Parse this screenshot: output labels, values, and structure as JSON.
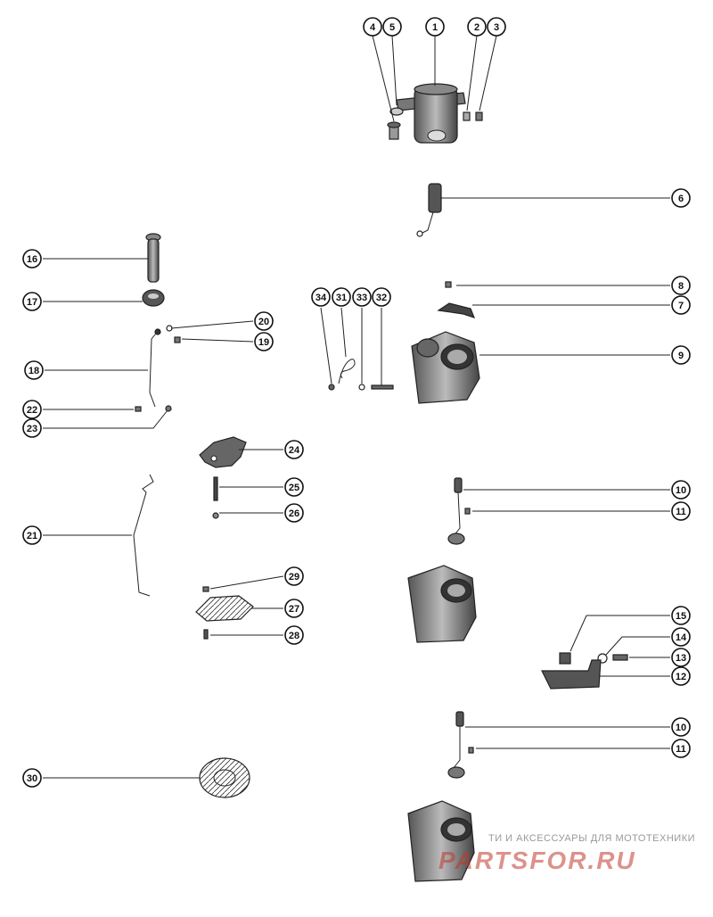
{
  "callouts": [
    {
      "id": "c1",
      "label": "1"
    },
    {
      "id": "c2",
      "label": "2"
    },
    {
      "id": "c3",
      "label": "3"
    },
    {
      "id": "c4",
      "label": "4"
    },
    {
      "id": "c5",
      "label": "5"
    },
    {
      "id": "c6",
      "label": "6"
    },
    {
      "id": "c7",
      "label": "7"
    },
    {
      "id": "c8",
      "label": "8"
    },
    {
      "id": "c9",
      "label": "9"
    },
    {
      "id": "c10a",
      "label": "10"
    },
    {
      "id": "c11a",
      "label": "11"
    },
    {
      "id": "c12",
      "label": "12"
    },
    {
      "id": "c13",
      "label": "13"
    },
    {
      "id": "c14",
      "label": "14"
    },
    {
      "id": "c15",
      "label": "15"
    },
    {
      "id": "c10b",
      "label": "10"
    },
    {
      "id": "c11b",
      "label": "11"
    },
    {
      "id": "c16",
      "label": "16"
    },
    {
      "id": "c17",
      "label": "17"
    },
    {
      "id": "c18",
      "label": "18"
    },
    {
      "id": "c19",
      "label": "19"
    },
    {
      "id": "c20",
      "label": "20"
    },
    {
      "id": "c21",
      "label": "21"
    },
    {
      "id": "c22",
      "label": "22"
    },
    {
      "id": "c23",
      "label": "23"
    },
    {
      "id": "c24",
      "label": "24"
    },
    {
      "id": "c25",
      "label": "25"
    },
    {
      "id": "c26",
      "label": "26"
    },
    {
      "id": "c27",
      "label": "27"
    },
    {
      "id": "c28",
      "label": "28"
    },
    {
      "id": "c29",
      "label": "29"
    },
    {
      "id": "c30",
      "label": "30"
    },
    {
      "id": "c31",
      "label": "31"
    },
    {
      "id": "c32",
      "label": "32"
    },
    {
      "id": "c33",
      "label": "33"
    },
    {
      "id": "c34",
      "label": "34"
    }
  ],
  "watermark": {
    "tagline": "ТИ И АКСЕССУАРЫ ДЛЯ МОТОТЕХНИКИ",
    "logo_text": "PARTSFOR.RU"
  },
  "colors": {
    "ink": "#222222",
    "watermark_red": "#c0392b",
    "watermark_gray": "#9a9a9a"
  }
}
